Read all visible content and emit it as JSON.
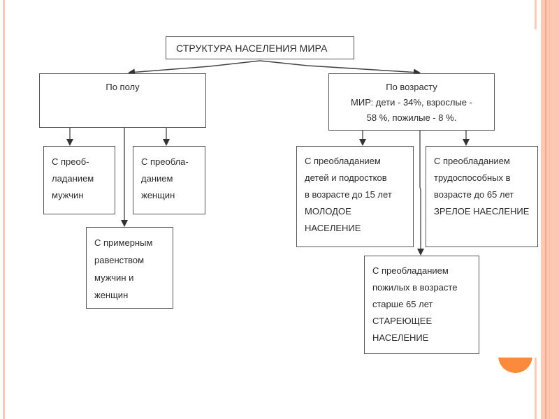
{
  "diagram": {
    "title": "СТРУКТУРА НАСЕЛЕНИЯ МИРА",
    "branches": {
      "by_sex": {
        "label": "По полу",
        "children": {
          "men": [
            "С преоб-",
            "ладанием",
            "мужчин"
          ],
          "women": [
            "С преобла-",
            "данием",
            "женщин"
          ],
          "equal": [
            "С примерным",
            "равенством",
            "мужчин и",
            "женщин"
          ]
        }
      },
      "by_age": {
        "label": "По возрасту",
        "stats_line1": "МИР: дети - 34%, взрослые -",
        "stats_line2": "58 %, пожилые - 8 %.",
        "stats": {
          "children_percent": 34,
          "adults_percent": 58,
          "elderly_percent": 8
        },
        "children": {
          "young": [
            "С преобладанием",
            "детей и подростков",
            "в возрасте  до 15 лет",
            "МОЛОДОЕ",
            "НАСЕЛЕНИЕ"
          ],
          "mature": [
            "С преобладанием",
            "трудоспособных в",
            "возрасте  до 65 лет",
            "ЗРЕЛОЕ НАЕСЛЕНИЕ"
          ],
          "aging": [
            "С преобладанием",
            "пожилых  в возрасте",
            "старше 65 лет",
            "СТАРЕЮЩЕЕ",
            "НАСЕЛЕНИЕ"
          ]
        }
      }
    }
  },
  "theme": {
    "accent_orange": "#fb8a3c",
    "accent_salmon": "#fcc8b4",
    "line_color": "#555555"
  }
}
